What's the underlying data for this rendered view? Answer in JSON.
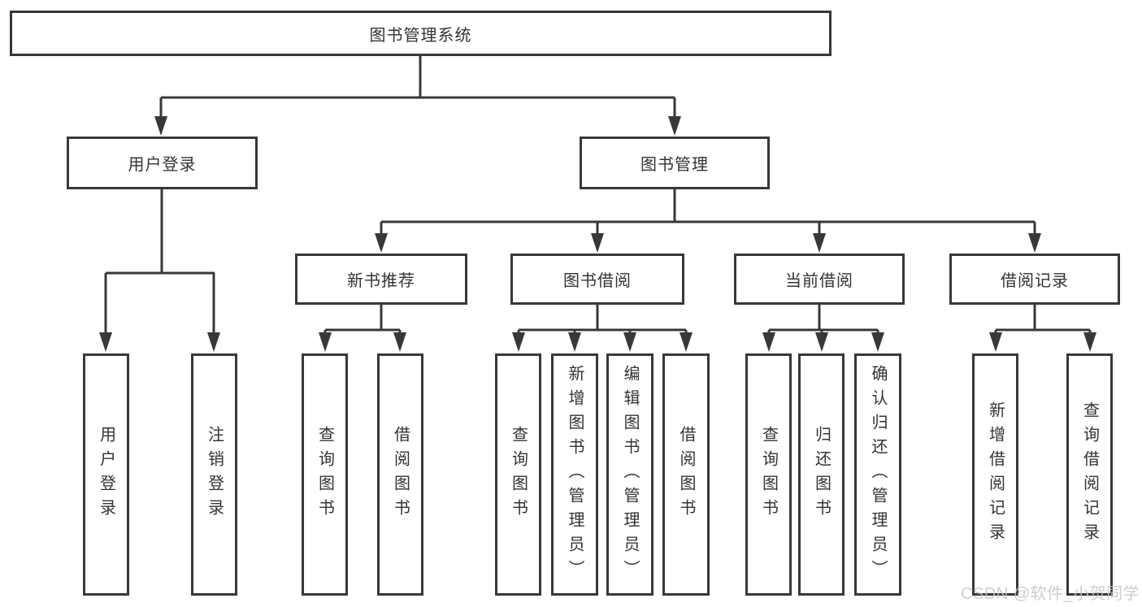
{
  "diagram": {
    "title": "图书管理系统",
    "level2": [
      {
        "label": "用户登录"
      },
      {
        "label": "图书管理"
      }
    ],
    "level3": [
      {
        "label": "新书推荐"
      },
      {
        "label": "图书借阅"
      },
      {
        "label": "当前借阅"
      },
      {
        "label": "借阅记录"
      }
    ],
    "leaves": {
      "user_login": [
        "用户登录",
        "注销登录"
      ],
      "new_book": [
        "查询图书",
        "借阅图书"
      ],
      "book_borrow": [
        "查询图书",
        "新增图书（管理员）",
        "编辑图书（管理员）",
        "借阅图书"
      ],
      "current_borrow": [
        "查询图书",
        "归还图书",
        "确认归还（管理员）"
      ],
      "borrow_record": [
        "新增借阅记录",
        "查询借阅记录"
      ]
    }
  },
  "watermark": {
    "text": "CSDN @软件_小贺同学",
    "color": "#c6c6c6"
  },
  "colors": {
    "line": "#383838",
    "text": "#333333",
    "background": "#ffffff"
  }
}
